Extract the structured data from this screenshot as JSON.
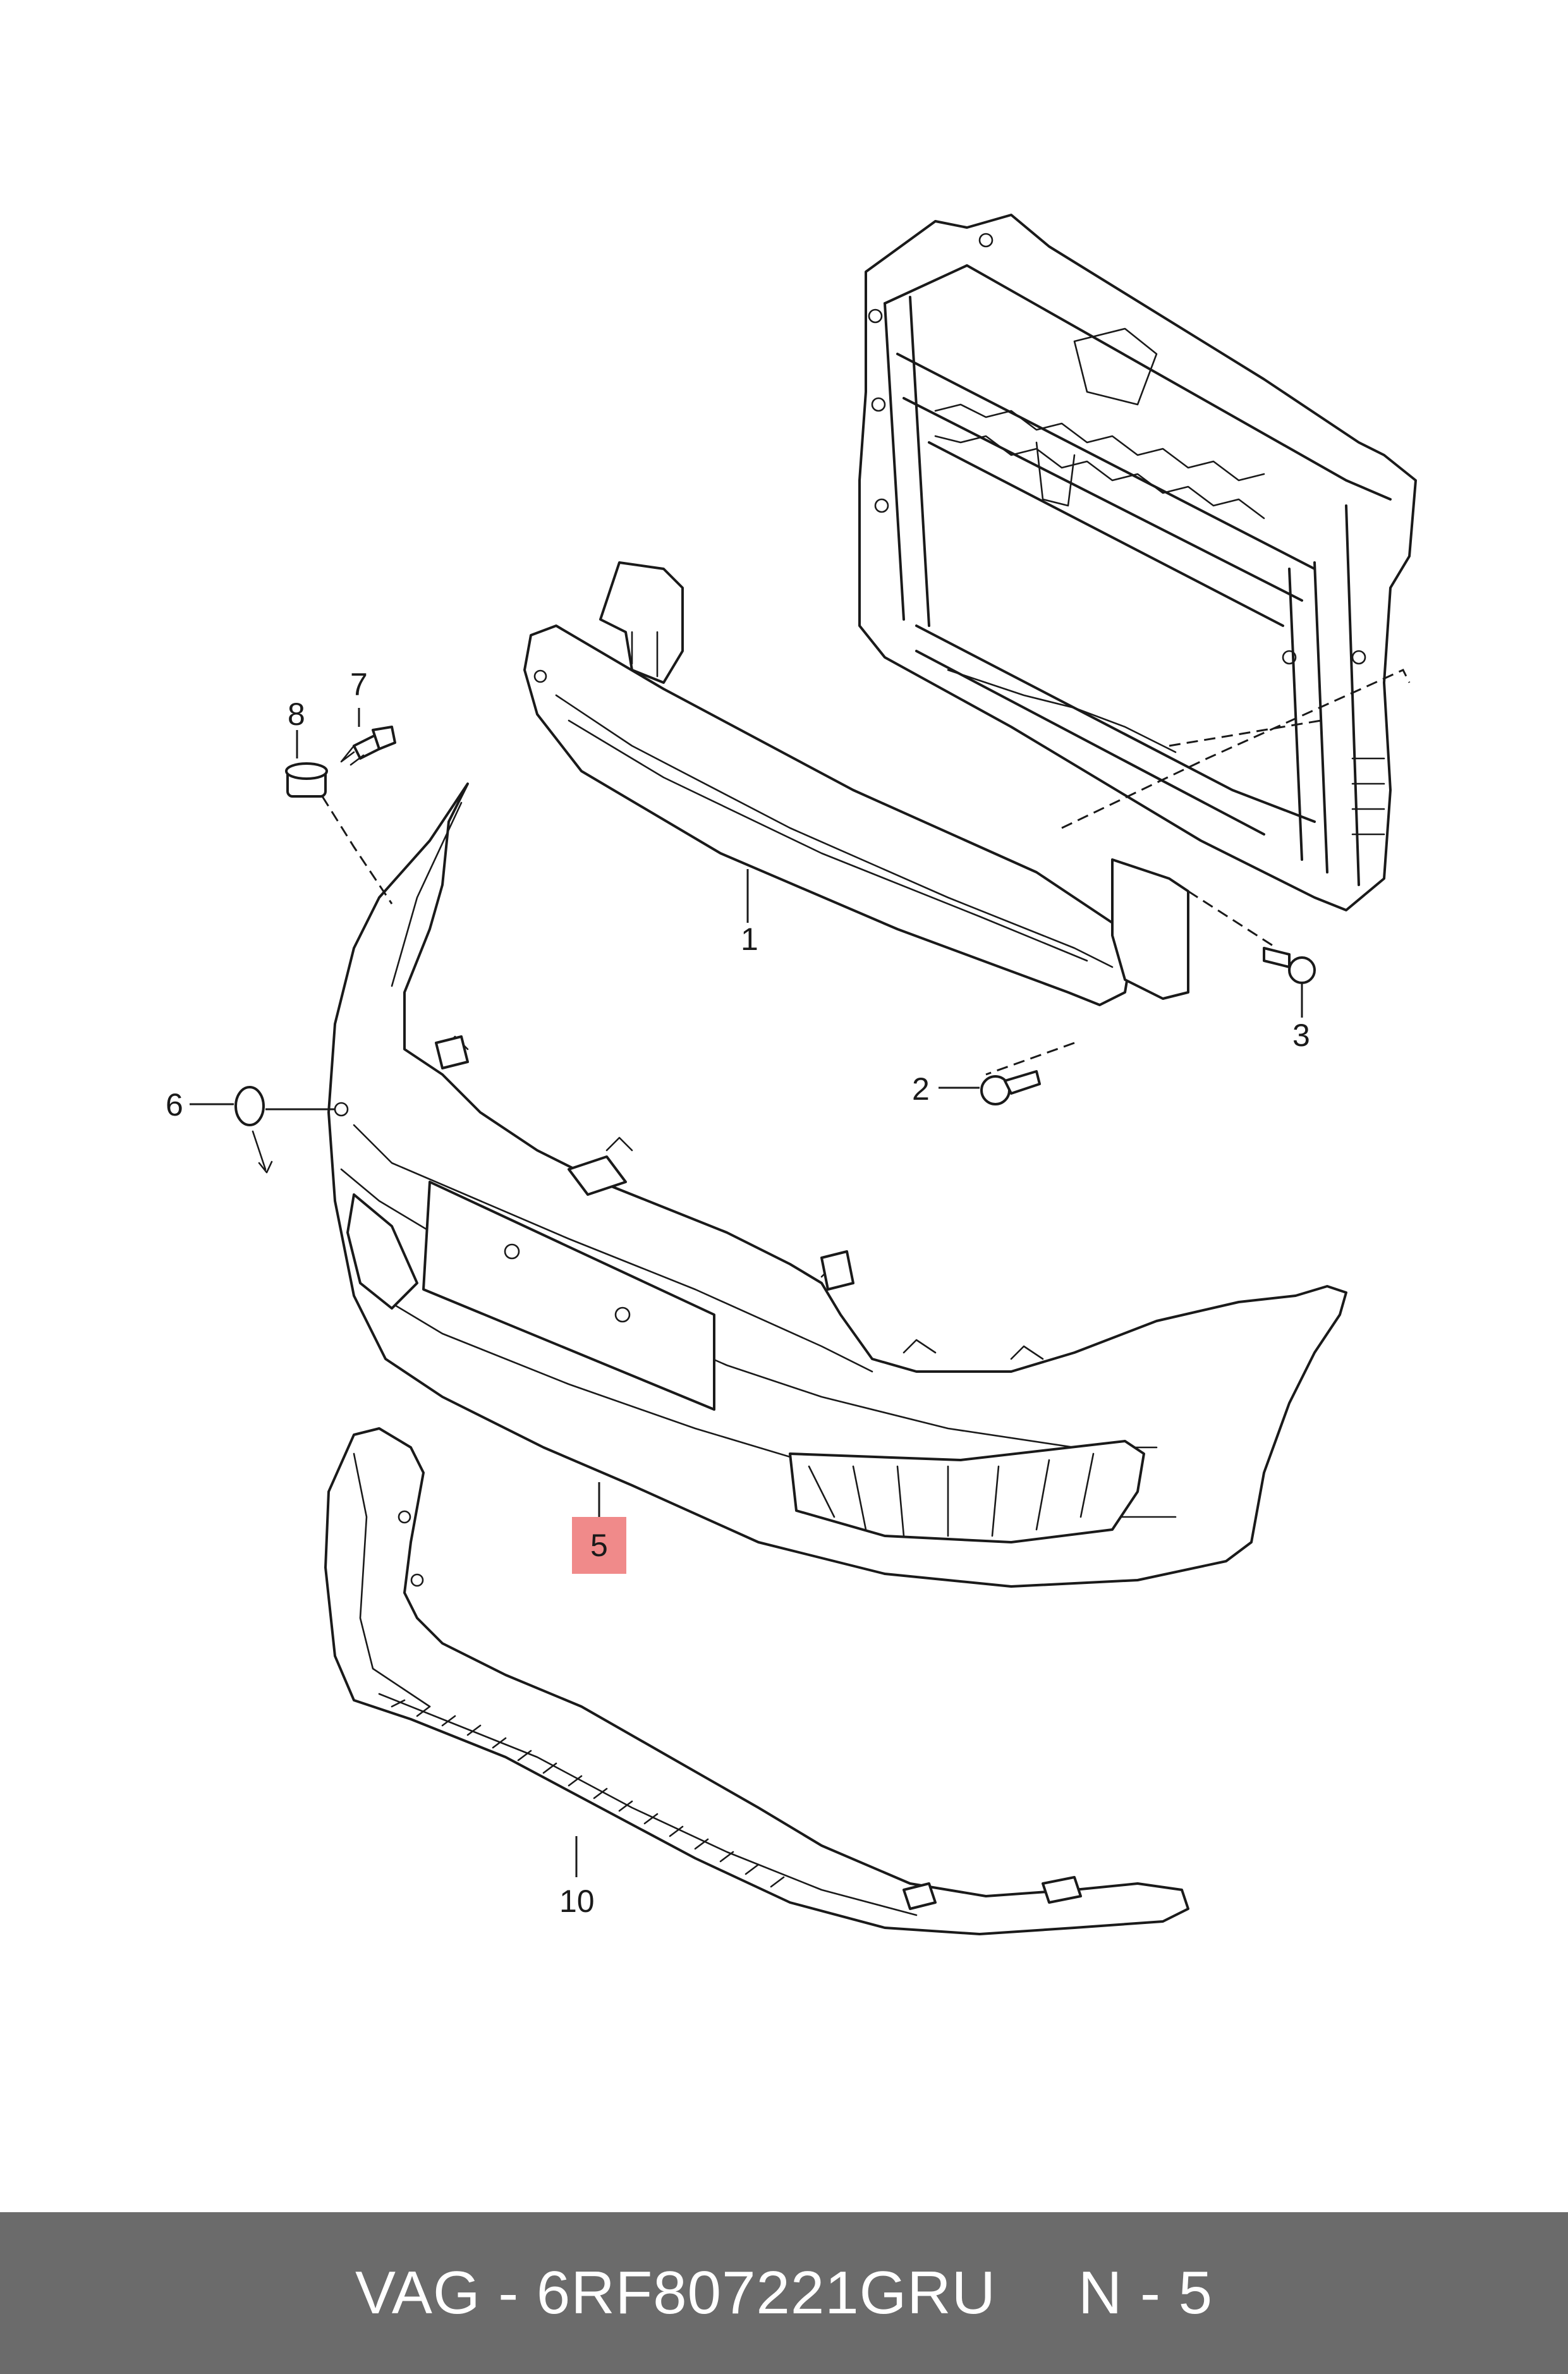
{
  "callouts": {
    "c1": "1",
    "c2": "2",
    "c3": "3",
    "c5": "5",
    "c6": "6",
    "c7": "7",
    "c8": "8",
    "c10": "10"
  },
  "highlight": {
    "part": "5",
    "color": "#f08a8a"
  },
  "footer": {
    "part_text": "VAG - 6RF807221GRU",
    "position_text": "N - 5",
    "background": "#6b6b6b",
    "text_color": "#ffffff"
  }
}
